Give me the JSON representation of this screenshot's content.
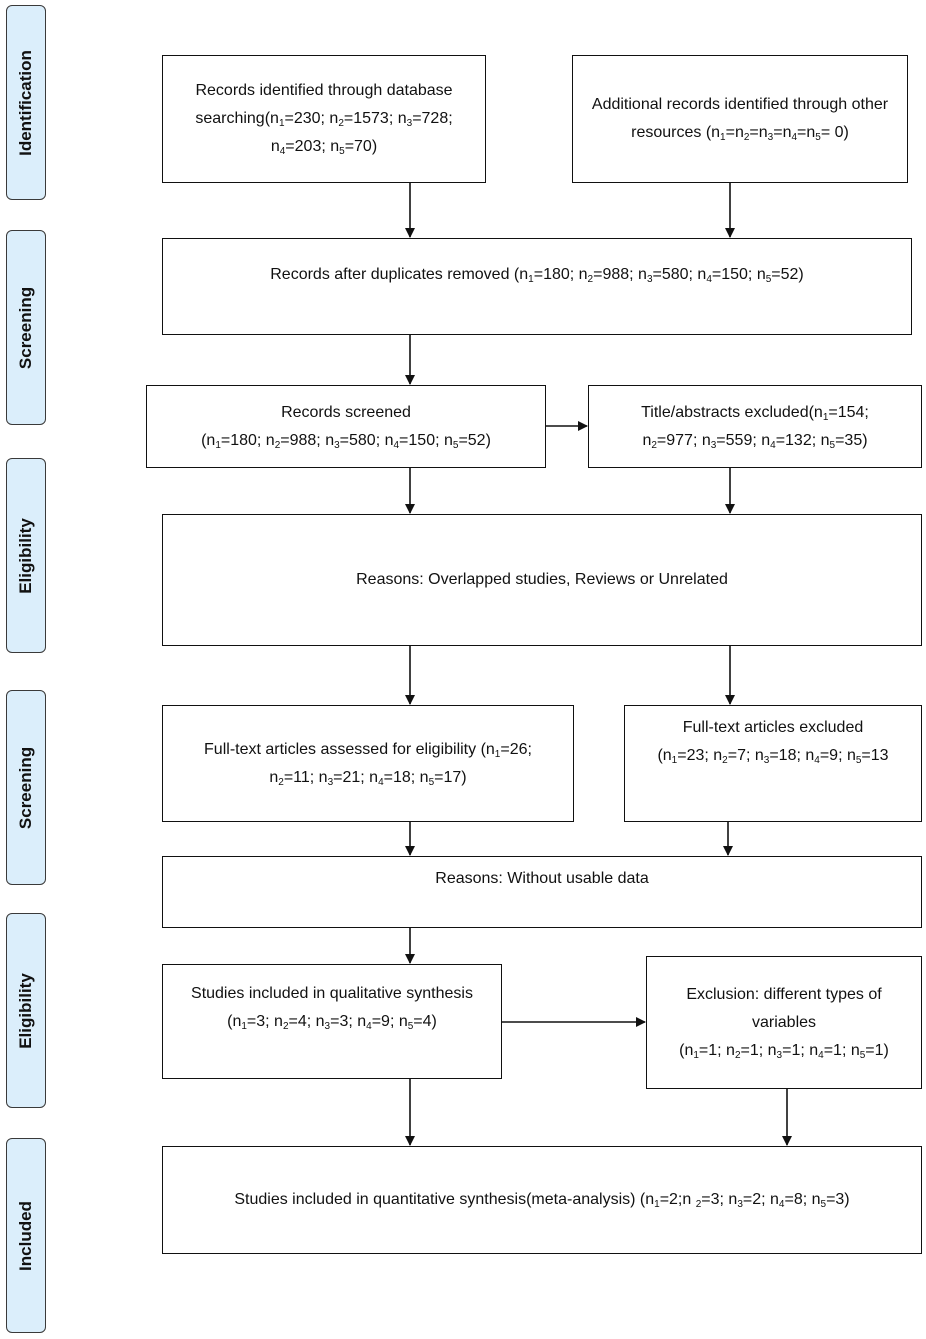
{
  "stages": [
    "Identification",
    "Screening",
    "Eligibility",
    "Screening",
    "Eligibility",
    "Included"
  ],
  "boxes": {
    "identified": "Records identified through database searching(n<sub>1</sub>=230; n<sub>2</sub>=1573; n<sub>3</sub>=728; n<sub>4</sub>=203; n<sub>5</sub>=70)",
    "additional": "Additional records identified through other resources (n<sub>1</sub>=n<sub>2</sub>=n<sub>3</sub>=n<sub>4</sub>=n<sub>5</sub>= 0)",
    "duplicates_removed": "Records after duplicates removed (n<sub>1</sub>=180; n<sub>2</sub>=988; n<sub>3</sub>=580; n<sub>4</sub>=150; n<sub>5</sub>=52)",
    "screened": "Records screened<br>(n<sub>1</sub>=180; n<sub>2</sub>=988; n<sub>3</sub>=580; n<sub>4</sub>=150; n<sub>5</sub>=52)",
    "title_excluded": "Title/abstracts excluded(n<sub>1</sub>=154;<br>n<sub>2</sub>=977; n<sub>3</sub>=559; n<sub>4</sub>=132; n<sub>5</sub>=35)",
    "reasons_overlap": "Reasons: Overlapped studies, Reviews or Unrelated",
    "fulltext_assessed": "Full-text articles assessed for eligibility (n<sub>1</sub>=26;<br>n<sub>2</sub>=11; n<sub>3</sub>=21; n<sub>4</sub>=18; n<sub>5</sub>=17)",
    "fulltext_excluded": "Full-text articles excluded<br>(n<sub>1</sub>=23; n<sub>2</sub>=7; n<sub>3</sub>=18; n<sub>4</sub>=9; n<sub>5</sub>=13",
    "reasons_data": "Reasons: Without usable data",
    "qualitative": "Studies included in qualitative synthesis (n<sub>1</sub>=3; n<sub>2</sub>=4; n<sub>3</sub>=3; n<sub>4</sub>=9; n<sub>5</sub>=4)",
    "exclusion_variables": "Exclusion: different types of variables<br>(n<sub>1</sub>=1; n<sub>2</sub>=1; n<sub>3</sub>=1; n<sub>4</sub>=1; n<sub>5</sub>=1)",
    "quantitative": "Studies included in quantitative synthesis(meta-analysis) (n<sub>1</sub>=2;n <sub>2</sub>=3; n<sub>3</sub>=2; n<sub>4</sub>=8; n<sub>5</sub>=3)"
  }
}
